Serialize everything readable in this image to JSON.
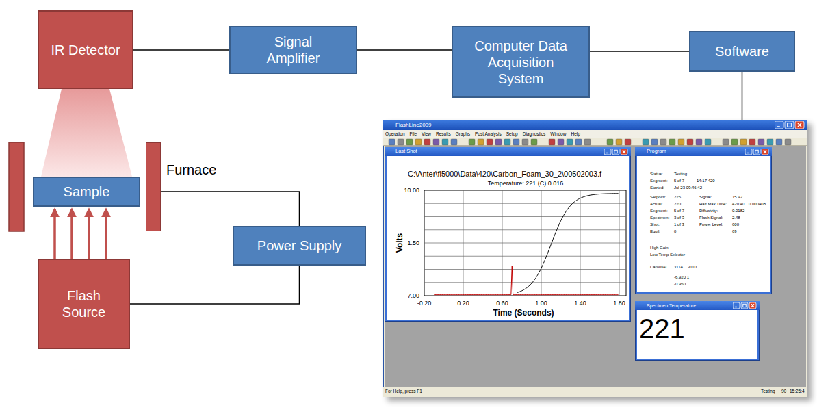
{
  "diagram": {
    "nodes": [
      {
        "text": [
          "IR Detector"
        ]
      },
      {
        "text": [
          "Signal Amplifier"
        ]
      },
      {
        "text": [
          "Computer Data Acquisition System"
        ]
      },
      {
        "text": [
          "Software"
        ]
      },
      {
        "text": [
          "Sample"
        ]
      },
      {
        "text": [
          "Furnace"
        ]
      },
      {
        "text": [
          "Power Supply"
        ]
      },
      {
        "text": [
          "Flash Source"
        ]
      },
      {
        "text": [
          "FlashLine2009",
          "Operation",
          "File",
          "View",
          "Results",
          "Graphs",
          "Post Analysis",
          "Setup",
          "Diagnostics",
          "Window",
          "Help",
          "For Help, press F1",
          "Testing",
          "90",
          "15:25:4"
        ]
      },
      {
        "text": [
          "Last Shot",
          "C:\\Anter\\fl5000\\Data\\420\\Carbon_Foam_30_2\\00502003.f",
          "Temperature: 221 (C) 0.016",
          "10.00",
          "1.50",
          "-7.00",
          "-0.20",
          "0.20",
          "0.60",
          "1.00",
          "1.40",
          "1.80",
          "Volts",
          "Time (Seconds)"
        ],
        "in": 8
      },
      {
        "text": [
          "Program",
          "Status:",
          "Testing",
          "Segment:",
          "5 of 7",
          "14:17 420",
          "Started:",
          "Jul 23 09:46:42",
          "Setpoint:",
          "225",
          "Signal:",
          "15.92",
          "Actual:",
          "220",
          "Half Max Time:",
          "420.40",
          "0.000408",
          "Segment:",
          "5 of 7",
          "Diffusivity:",
          "0.0182",
          "Specimen:",
          "3 of 3",
          "Flash Signal:",
          "2.48",
          "Shot:",
          "1 of 3",
          "Power Level:",
          "600",
          "Equil:",
          "0",
          "69",
          "High Gain",
          "Low Temp Selector",
          "Carousel",
          "3114",
          "3110",
          "-6.920 1",
          "-0.950"
        ],
        "in": 8
      },
      {
        "text": [
          "Specimen Temperature",
          "221"
        ],
        "in": 8
      }
    ],
    "edges": [
      {
        "from": 0,
        "to": 1,
        "arrow": "none"
      },
      {
        "from": 1,
        "to": 2,
        "arrow": "none"
      },
      {
        "from": 2,
        "to": 3,
        "arrow": "none"
      },
      {
        "from": 3,
        "to": 8,
        "arrow": "none"
      },
      {
        "from": 4,
        "to": 0,
        "arrow": "none"
      },
      {
        "from": 5,
        "to": 6,
        "arrow": "none"
      },
      {
        "from": 7,
        "to": 6,
        "arrow": "none"
      },
      {
        "from": 7,
        "to": 4,
        "arrow": "to"
      }
    ]
  }
}
